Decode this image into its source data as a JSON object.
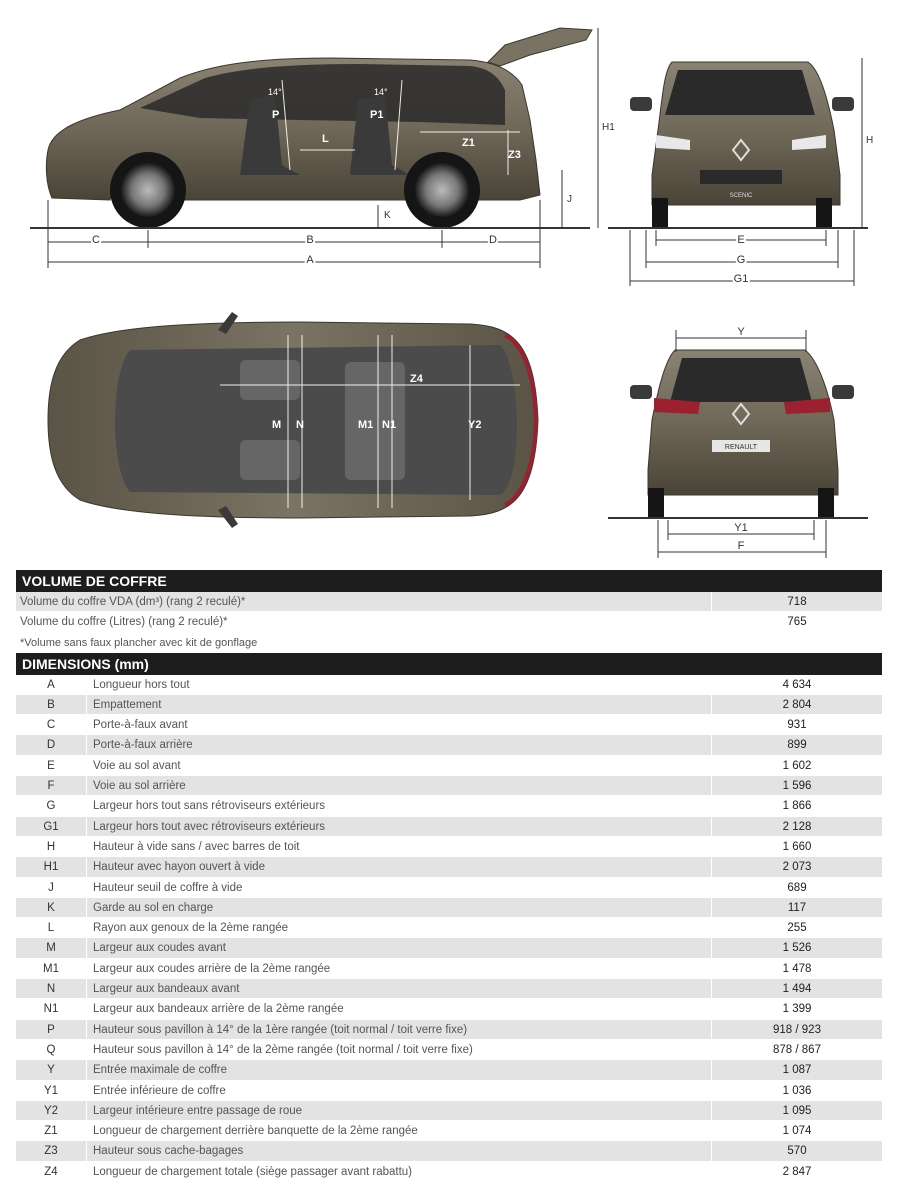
{
  "diagram_labels": {
    "side": {
      "C": "C",
      "B": "B",
      "D": "D",
      "A": "A",
      "K": "K",
      "J": "J",
      "H1": "H1",
      "P": "P",
      "P1": "P1",
      "L": "L",
      "Z1": "Z1",
      "Z3": "Z3",
      "angle1": "14°",
      "angle2": "14°"
    },
    "front": {
      "E": "E",
      "G": "G",
      "G1": "G1",
      "H": "H",
      "badge": "SCENIC"
    },
    "top": {
      "Z4": "Z4",
      "M": "M",
      "N": "N",
      "M1": "M1",
      "N1": "N1",
      "Y2": "Y2"
    },
    "rear": {
      "Y": "Y",
      "Y1": "Y1",
      "F": "F",
      "badge": "RENAULT"
    }
  },
  "colors": {
    "body": "#6f6757",
    "body_dark": "#4a4438",
    "glass": "#2a2a2a",
    "header": "#1d1d1d",
    "row_alt": "#e3e3e3",
    "lights": "#9b2030"
  },
  "volume": {
    "title": "VOLUME DE COFFRE",
    "rows": [
      {
        "label": "Volume du coffre VDA (dm³) (rang 2 reculé)*",
        "value": "718"
      },
      {
        "label": "Volume du coffre (Litres) (rang 2 reculé)*",
        "value": "765"
      }
    ],
    "note": "*Volume sans faux plancher avec kit de gonflage"
  },
  "dimensions": {
    "title": "DIMENSIONS (mm)",
    "rows": [
      {
        "code": "A",
        "label": "Longueur hors tout",
        "value": "4 634"
      },
      {
        "code": "B",
        "label": "Empattement",
        "value": "2 804"
      },
      {
        "code": "C",
        "label": "Porte-à-faux avant",
        "value": "931"
      },
      {
        "code": "D",
        "label": "Porte-à-faux arrière",
        "value": "899"
      },
      {
        "code": "E",
        "label": "Voie au sol avant",
        "value": "1 602"
      },
      {
        "code": "F",
        "label": "Voie au sol arrière",
        "value": "1 596"
      },
      {
        "code": "G",
        "label": "Largeur hors tout sans rétroviseurs extérieurs",
        "value": "1 866"
      },
      {
        "code": "G1",
        "label": "Largeur hors tout avec rétroviseurs extérieurs",
        "value": "2 128"
      },
      {
        "code": "H",
        "label": "Hauteur à vide sans / avec barres de toit",
        "value": "1 660"
      },
      {
        "code": "H1",
        "label": "Hauteur avec hayon ouvert à vide",
        "value": "2 073"
      },
      {
        "code": "J",
        "label": "Hauteur seuil de coffre à vide",
        "value": "689"
      },
      {
        "code": "K",
        "label": "Garde au sol en charge",
        "value": "117"
      },
      {
        "code": "L",
        "label": "Rayon aux genoux de la 2ème rangée",
        "value": "255"
      },
      {
        "code": "M",
        "label": "Largeur aux coudes avant",
        "value": "1 526"
      },
      {
        "code": "M1",
        "label": "Largeur aux coudes arrière de la 2ème rangée",
        "value": "1 478"
      },
      {
        "code": "N",
        "label": "Largeur aux bandeaux avant",
        "value": "1 494"
      },
      {
        "code": "N1",
        "label": "Largeur aux bandeaux arrière de la 2ème rangée",
        "value": "1 399"
      },
      {
        "code": "P",
        "label": "Hauteur sous pavillon à 14° de la 1ère rangée (toit normal / toit verre fixe)",
        "value": "918 / 923"
      },
      {
        "code": "Q",
        "label": "Hauteur sous pavillon à 14° de la 2ème rangée (toit normal / toit verre fixe)",
        "value": "878 / 867"
      },
      {
        "code": "Y",
        "label": "Entrée maximale de coffre",
        "value": "1 087"
      },
      {
        "code": "Y1",
        "label": "Entrée inférieure de coffre",
        "value": "1 036"
      },
      {
        "code": "Y2",
        "label": "Largeur intérieure entre passage de roue",
        "value": "1 095"
      },
      {
        "code": "Z1",
        "label": "Longueur de chargement derrière banquette de la 2ème rangée",
        "value": "1 074"
      },
      {
        "code": "Z3",
        "label": "Hauteur sous cache-bagages",
        "value": "570"
      },
      {
        "code": "Z4",
        "label": "Longueur de chargement totale (siège passager avant rabattu)",
        "value": "2 847"
      }
    ]
  }
}
